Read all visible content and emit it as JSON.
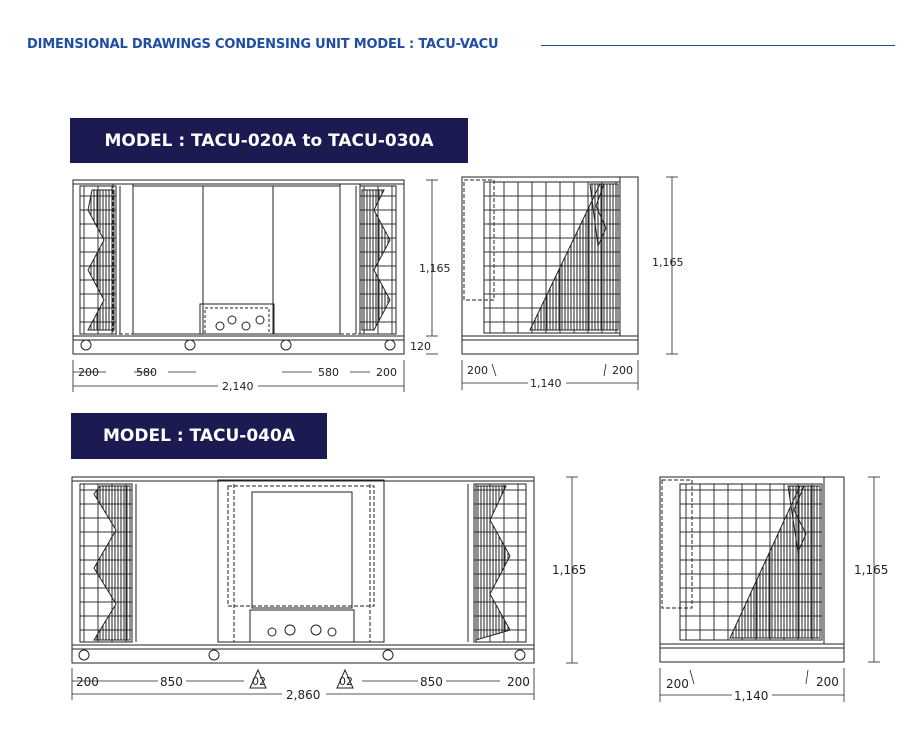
{
  "header": {
    "title": "DIMENSIONAL DRAWINGS  CONDENSING UNIT  MODEL :  TACU-VACU"
  },
  "section1": {
    "banner": "MODEL : TACU-020A to  TACU-030A",
    "front": {
      "height": "1,165",
      "base_height": "120",
      "left_offset": "200",
      "left_span": "580",
      "right_span": "580",
      "right_offset": "200",
      "total_width": "2,140"
    },
    "side": {
      "height": "1,165",
      "left_offset": "200",
      "right_offset": "200",
      "total_width": "1,140"
    }
  },
  "section2": {
    "banner": "MODEL :  TACU-040A",
    "front": {
      "height": "1,165",
      "left_offset": "200",
      "left_span": "850",
      "right_span": "850",
      "right_offset": "200",
      "total_width": "2,860",
      "tag_left": "02",
      "tag_right": "02"
    },
    "side": {
      "height": "1,165",
      "left_offset": "200",
      "right_offset": "200",
      "total_width": "1,140"
    }
  },
  "colors": {
    "heading": "#1f4ea3",
    "banner_bg": "#1b1b52",
    "banner_text": "#ffffff",
    "line": "#222222"
  }
}
